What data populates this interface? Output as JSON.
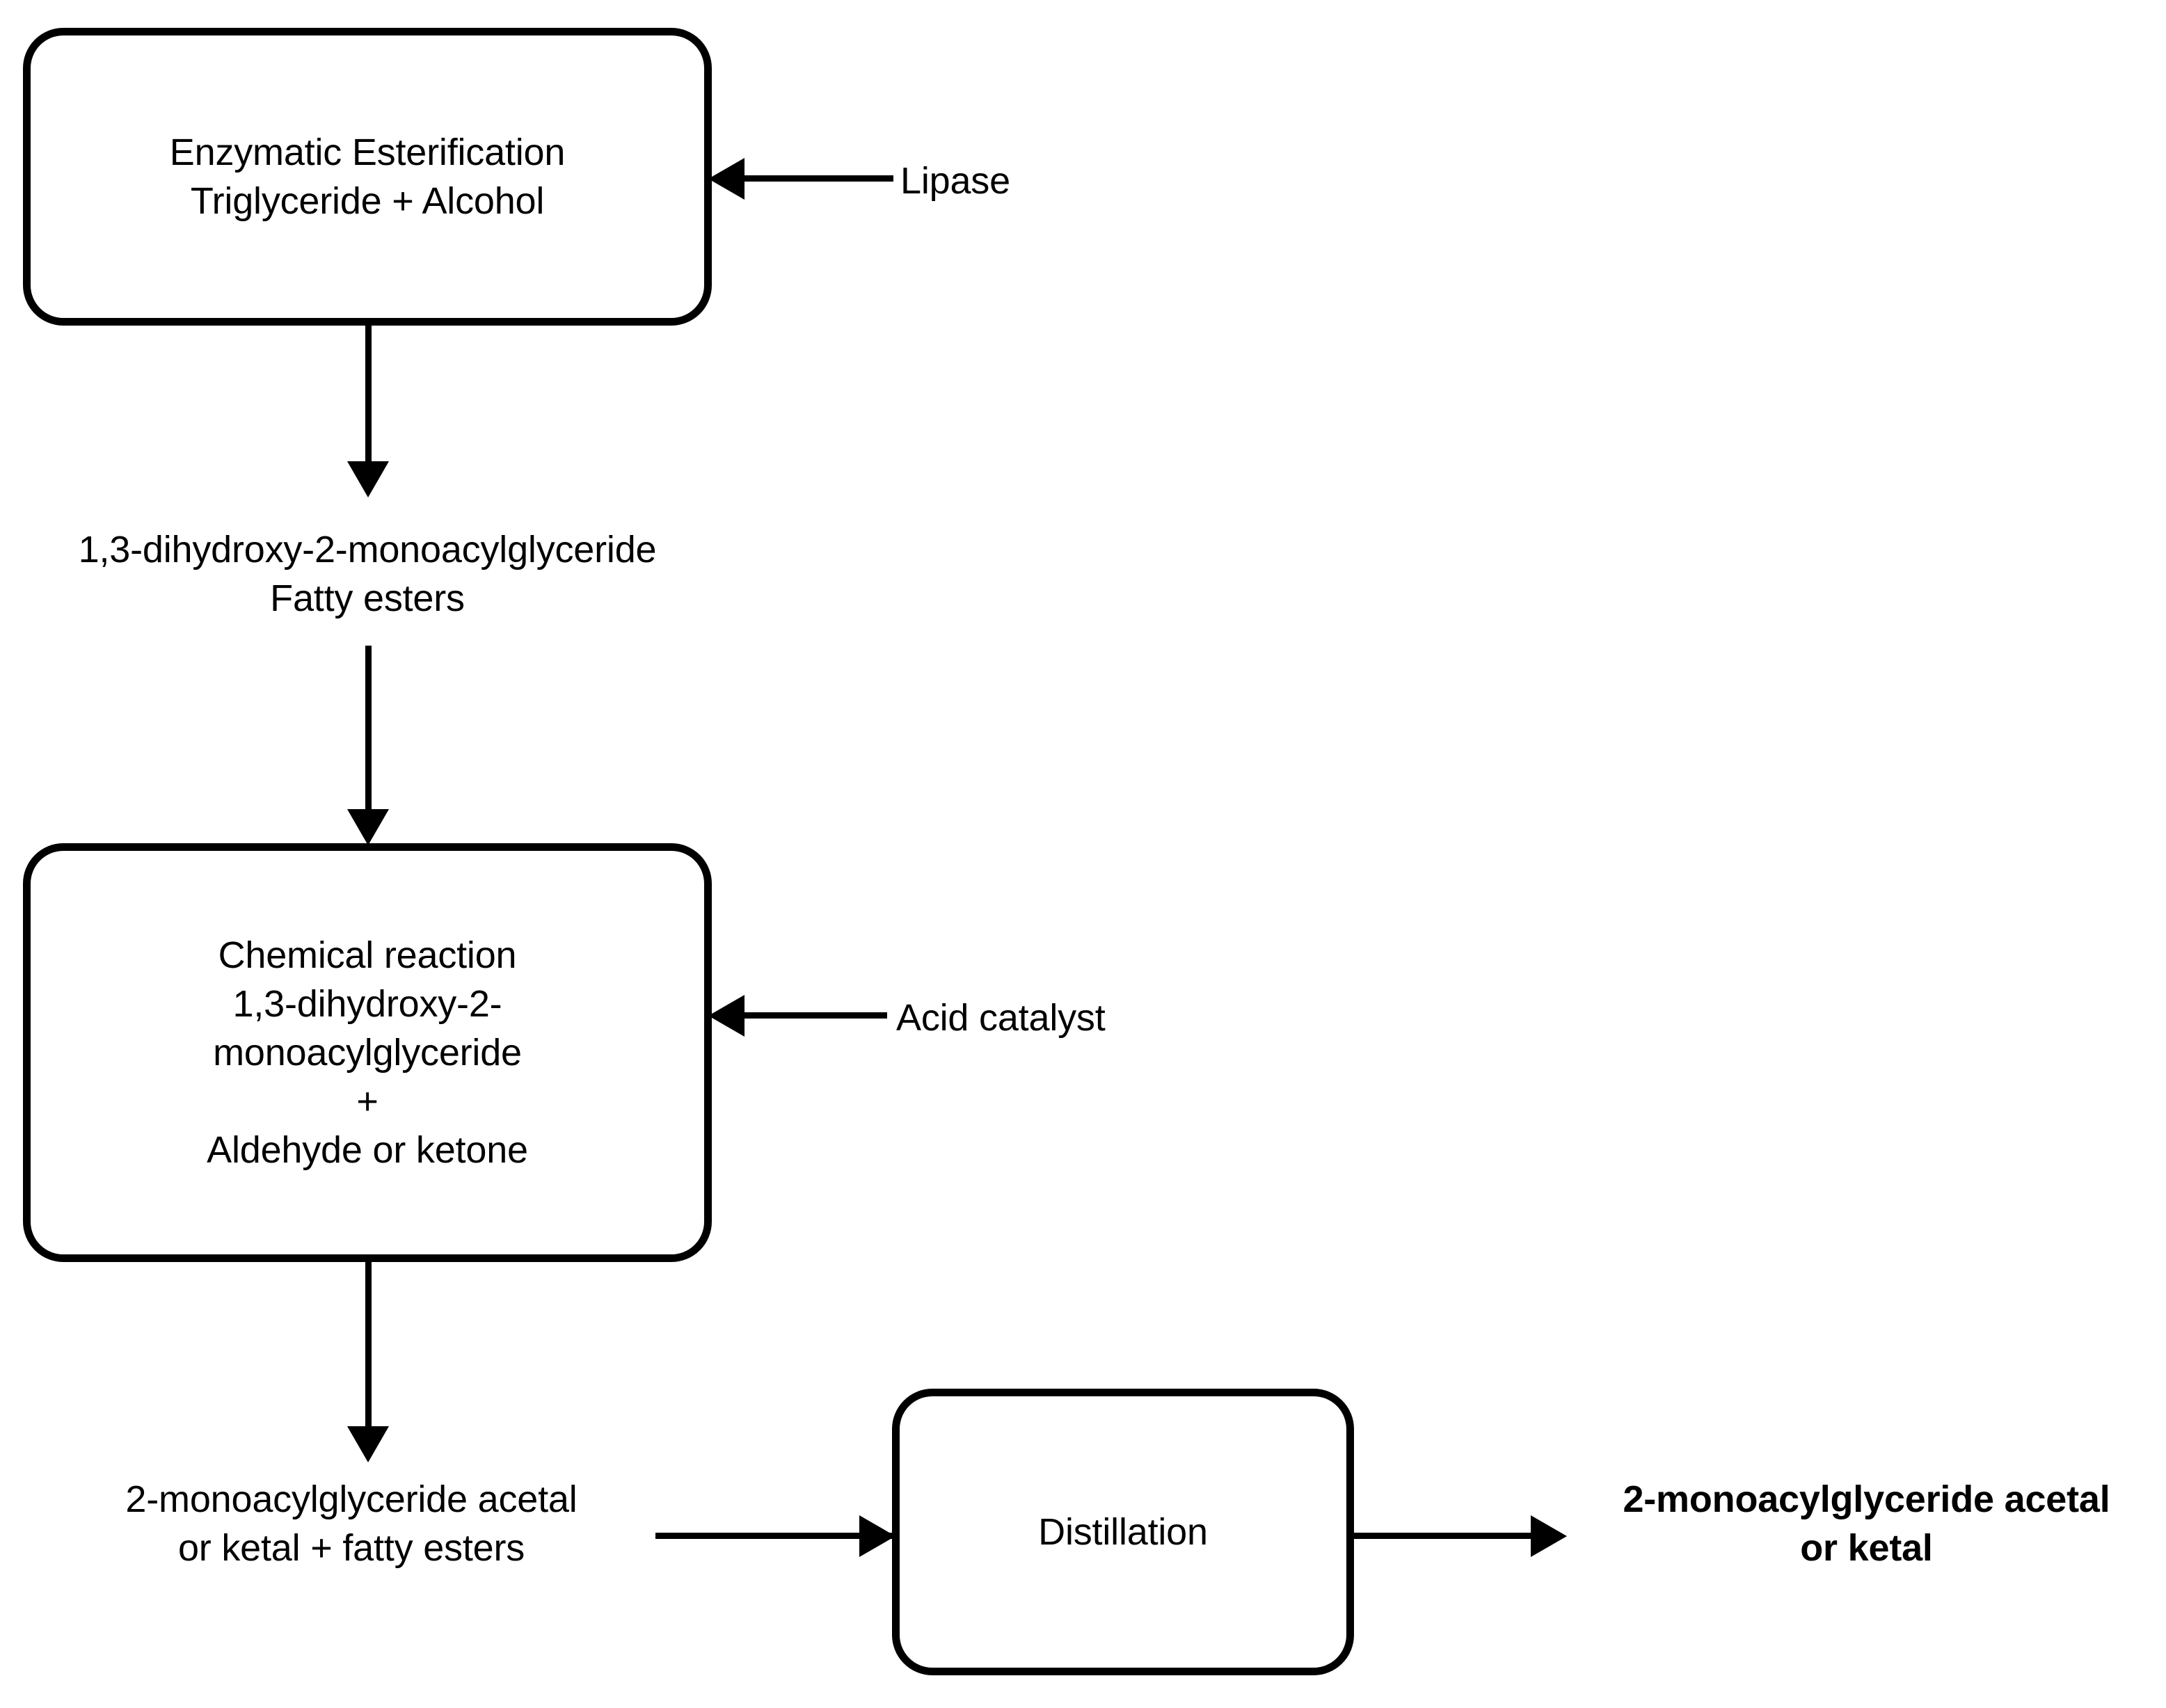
{
  "diagram": {
    "title": "Enzymatic esterification and acetalization process flow",
    "background_color": "#ffffff",
    "stroke_color": "#000000"
  },
  "nodes": [
    {
      "id": "enzymatic-esterification",
      "label": "Enzymatic Esterification\nTriglyceride + Alcohol",
      "shape": "rounded-rect"
    },
    {
      "id": "chemical-reaction",
      "label": "Chemical reaction\n1,3-dihydroxy-2-\nmonoacylglyceride\n+\nAldehyde or ketone",
      "shape": "rounded-rect"
    },
    {
      "id": "distillation",
      "label": "Distillation",
      "shape": "rounded-rect"
    }
  ],
  "intermediates": [
    {
      "id": "intermediate-1",
      "label": "1,3-dihydroxy-2-monoacylglyceride\nFatty esters"
    },
    {
      "id": "intermediate-2",
      "label": "2-monoacylglyceride acetal\nor ketal + fatty esters"
    }
  ],
  "inputs": [
    {
      "id": "lipase",
      "label": "Lipase"
    },
    {
      "id": "acid-catalyst",
      "label": "Acid catalyst"
    }
  ],
  "output": {
    "id": "final-product",
    "label": "2-monoacylglyceride acetal\nor ketal",
    "bold": true
  },
  "edges": [
    {
      "id": "edge-lipase-to-esterification",
      "from": "lipase",
      "to": "enzymatic-esterification",
      "direction": "left"
    },
    {
      "id": "edge-esterification-to-intermediate-1",
      "from": "enzymatic-esterification",
      "to": "intermediate-1",
      "direction": "down"
    },
    {
      "id": "edge-intermediate-1-to-chemical-reaction",
      "from": "intermediate-1",
      "to": "chemical-reaction",
      "direction": "down"
    },
    {
      "id": "edge-acid-catalyst-to-chemical-reaction",
      "from": "acid-catalyst",
      "to": "chemical-reaction",
      "direction": "left"
    },
    {
      "id": "edge-chemical-reaction-to-intermediate-2",
      "from": "chemical-reaction",
      "to": "intermediate-2",
      "direction": "down"
    },
    {
      "id": "edge-intermediate-2-to-distillation",
      "from": "intermediate-2",
      "to": "distillation",
      "direction": "right"
    },
    {
      "id": "edge-distillation-to-output",
      "from": "distillation",
      "to": "final-product",
      "direction": "right"
    }
  ]
}
